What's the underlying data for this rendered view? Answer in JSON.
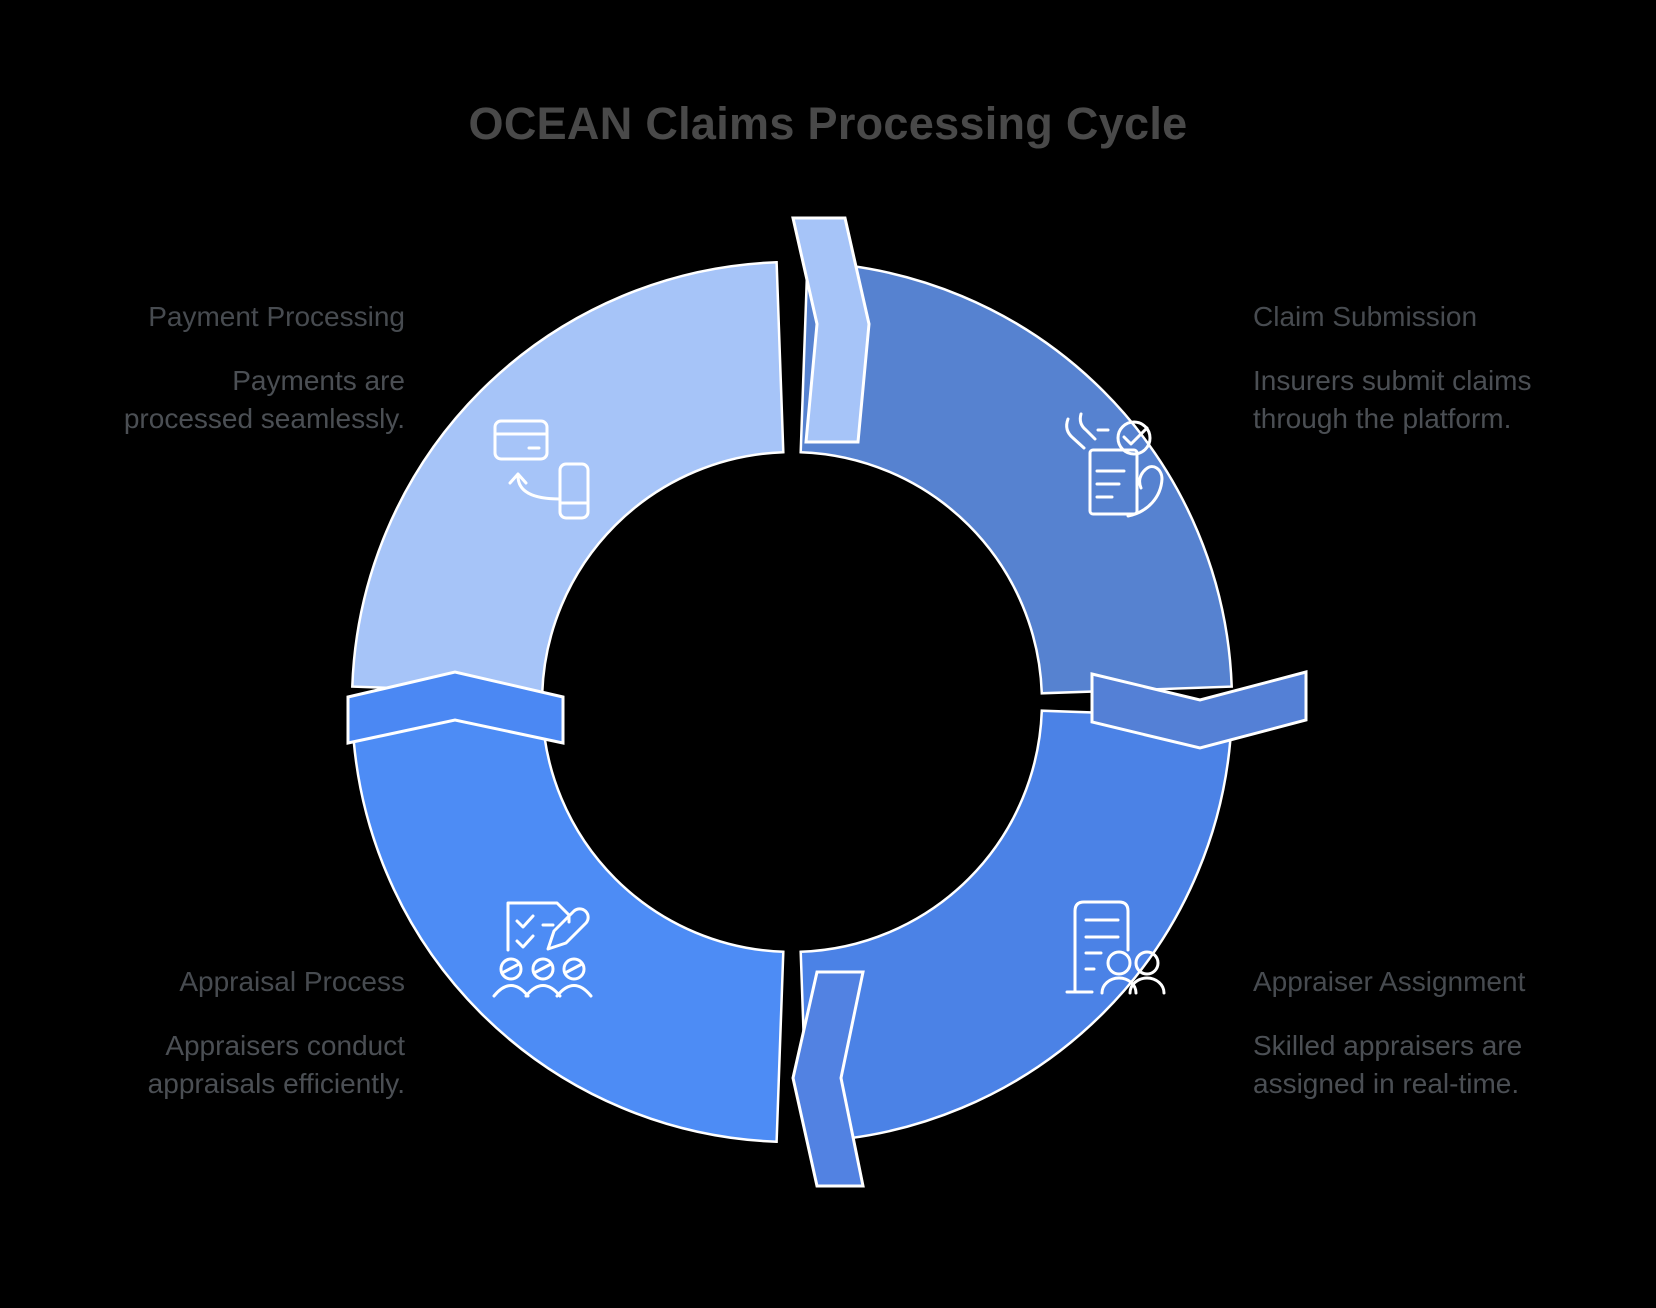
{
  "title": "OCEAN Claims Processing Cycle",
  "steps": [
    {
      "heading": "Claim Submission",
      "body": "Insurers submit claims through the platform.",
      "position": "top-right",
      "segment_color": "#5682d0",
      "icon": "claim-document-hands-icon"
    },
    {
      "heading": "Appraiser Assignment",
      "body": "Skilled appraisers are assigned in real-time.",
      "position": "bottom-right",
      "segment_color": "#4b82e6",
      "icon": "roster-people-icon"
    },
    {
      "heading": "Appraisal Process",
      "body": "Appraisers conduct appraisals efficiently.",
      "position": "bottom-left",
      "segment_color": "#4d8cf5",
      "icon": "checklist-pencil-people-icon"
    },
    {
      "heading": "Payment Processing",
      "body": "Payments are processed seamlessly.",
      "position": "top-left",
      "segment_color": "#a6c4f8",
      "icon": "card-phone-transfer-icon"
    }
  ],
  "arrows": [
    {
      "name": "arrow-top",
      "from": "Payment Processing",
      "to": "Claim Submission",
      "direction": "clockwise",
      "color": "#a6c4f8"
    },
    {
      "name": "arrow-right",
      "from": "Claim Submission",
      "to": "Appraiser Assignment",
      "direction": "clockwise",
      "color": "#5480d6"
    },
    {
      "name": "arrow-bottom",
      "from": "Appraiser Assignment",
      "to": "Appraisal Process",
      "direction": "clockwise",
      "color": "#5282e2"
    },
    {
      "name": "arrow-left",
      "from": "Appraisal Process",
      "to": "Payment Processing",
      "direction": "clockwise",
      "color": "#4b88f3"
    }
  ],
  "colors": {
    "background": "#000000",
    "outline": "#ffffff",
    "title_text": "#494949",
    "label_text": "#4b4f54"
  }
}
